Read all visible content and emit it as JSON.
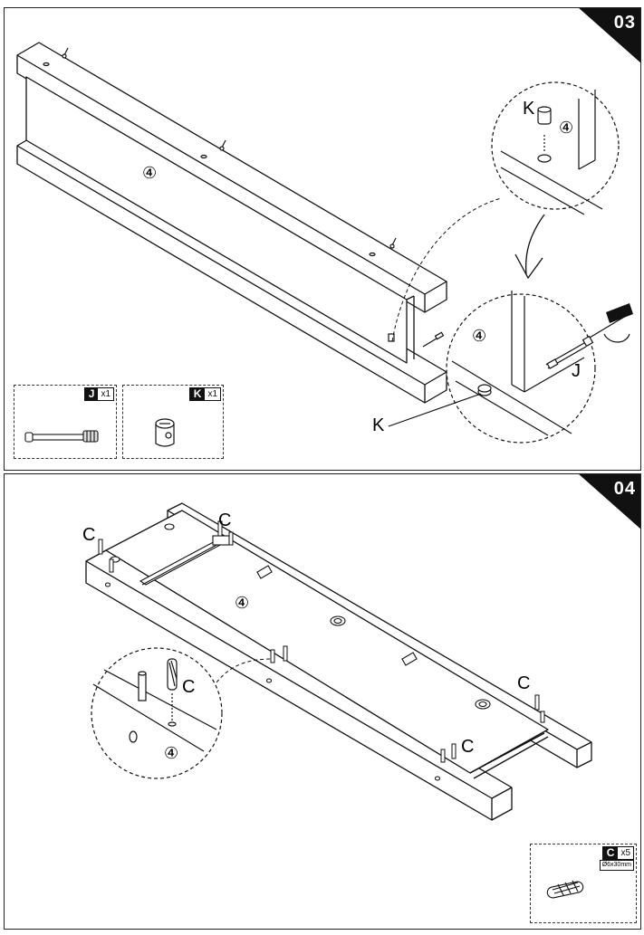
{
  "step03": {
    "number": "03",
    "panel_number": "④",
    "detail_top": {
      "part_label": "K",
      "panel_number": "④"
    },
    "detail_bottom": {
      "panel_number": "④",
      "part_label_j": "J",
      "part_label_k": "K"
    },
    "parts": [
      {
        "letter": "J",
        "qty": "x1"
      },
      {
        "letter": "K",
        "qty": "x1"
      }
    ]
  },
  "step04": {
    "number": "04",
    "panel_number": "④",
    "part_labels": [
      "C",
      "C",
      "C",
      "C"
    ],
    "detail": {
      "part_label": "C",
      "panel_number": "④"
    },
    "parts": [
      {
        "letter": "C",
        "qty": "x5",
        "spec": "Ø6x30mm"
      }
    ]
  },
  "colors": {
    "ink": "#111111",
    "background": "#ffffff"
  }
}
